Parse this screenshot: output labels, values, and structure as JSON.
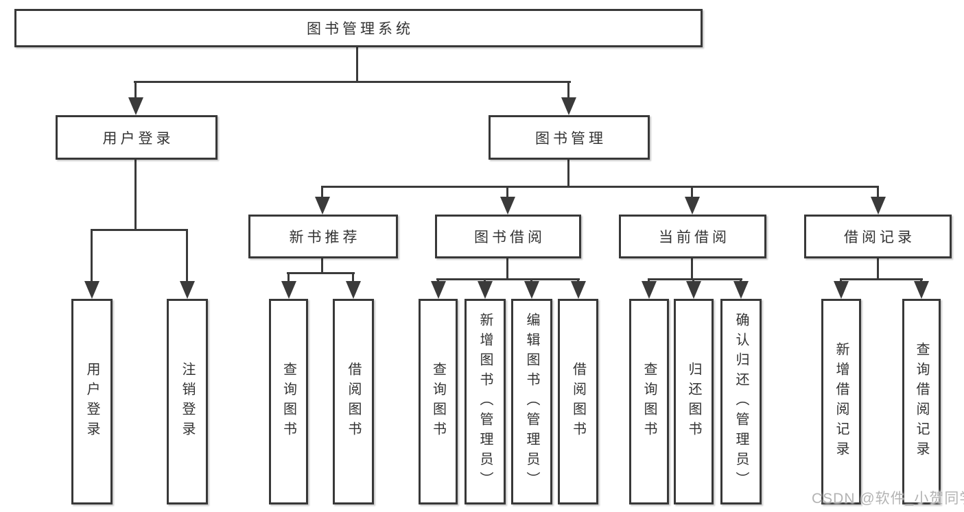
{
  "tree": {
    "root": {
      "label": "图书管理系统"
    },
    "branches": [
      {
        "label": "用户登录",
        "children": [
          {
            "label": "用户登录"
          },
          {
            "label": "注销登录"
          }
        ]
      },
      {
        "label": "图书管理",
        "children": [
          {
            "label": "新书推荐",
            "children": [
              {
                "label": "查询图书"
              },
              {
                "label": "借阅图书"
              }
            ]
          },
          {
            "label": "图书借阅",
            "children": [
              {
                "label": "查询图书"
              },
              {
                "label": "新增图书（管理员）"
              },
              {
                "label": "编辑图书（管理员）"
              },
              {
                "label": "借阅图书"
              }
            ]
          },
          {
            "label": "当前借阅",
            "children": [
              {
                "label": "查询图书"
              },
              {
                "label": "归还图书"
              },
              {
                "label": "确认归还（管理员）"
              }
            ]
          },
          {
            "label": "借阅记录",
            "children": [
              {
                "label": "新增借阅记录"
              },
              {
                "label": "查询借阅记录"
              }
            ]
          }
        ]
      }
    ]
  },
  "watermark": "CSDN @软件_小贺同学",
  "colors": {
    "line": "#3a3a3a",
    "border": "#383838",
    "text": "#333333",
    "background": "#ffffff",
    "watermark": "#b3b3b3"
  }
}
